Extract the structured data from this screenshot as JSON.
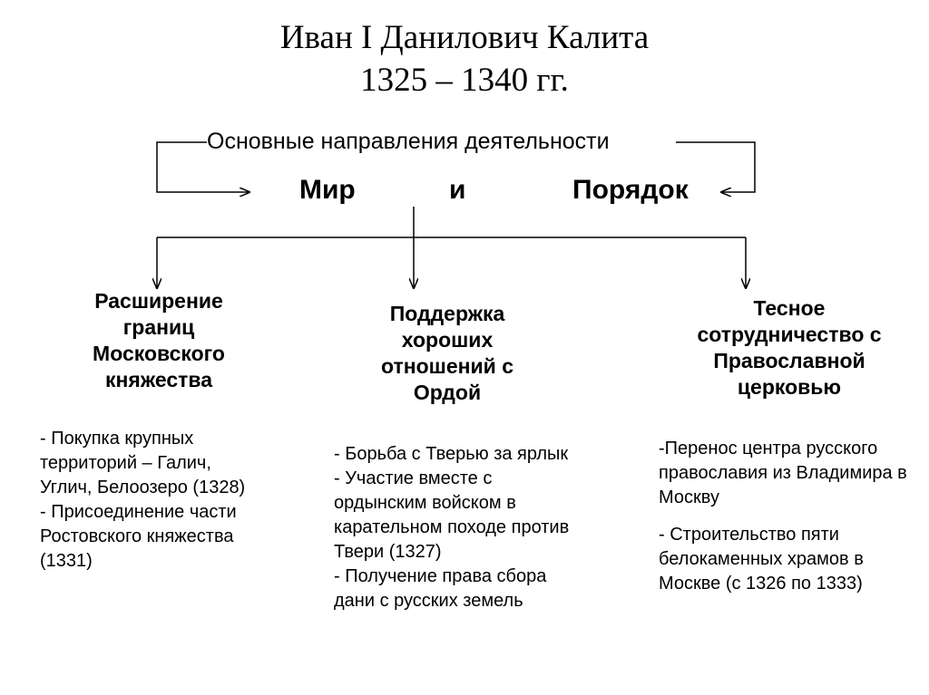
{
  "title": {
    "line1": "Иван I Данилович Калита",
    "line2": "1325 – 1340 гг."
  },
  "subtitle": "Основные направления деятельности",
  "principles": {
    "peace": "Мир",
    "conj": "и",
    "order": "Порядок"
  },
  "columns": [
    {
      "heading": [
        "Расширение",
        "границ",
        "Московского",
        "княжества"
      ],
      "items": [
        "- Покупка крупных территорий – Галич, Углич, Белоозеро (1328)",
        "- Присоединение части Ростовского княжества (1331)"
      ]
    },
    {
      "heading": [
        "Поддержка",
        "хороших",
        "отношений с",
        "Ордой"
      ],
      "items": [
        "- Борьба с Тверью за ярлык",
        "- Участие вместе с ордынским войском в карательном походе против Твери (1327)",
        "- Получение права сбора дани с русских земель"
      ]
    },
    {
      "heading": [
        "Тесное",
        "сотрудничество с",
        "Православной",
        "церковью"
      ],
      "items": [
        "-Перенос центра русского православия из Владимира в Москву",
        "- Строительство пяти белокаменных храмов в Москве (с 1326  по 1333)"
      ]
    }
  ]
}
